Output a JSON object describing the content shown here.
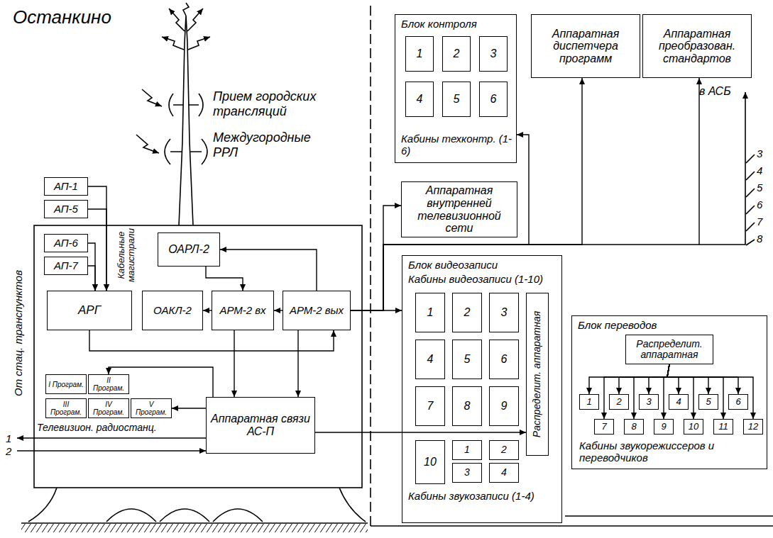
{
  "diagram": {
    "nodes": [
      {
        "text": [
          "АП-1"
        ]
      },
      {
        "text": [
          "АП-5"
        ]
      },
      {
        "text": [
          "АП-6"
        ]
      },
      {
        "text": [
          "АП-7"
        ]
      },
      {
        "text": [
          "ОАРЛ-2"
        ]
      },
      {
        "text": [
          "АРГ"
        ]
      },
      {
        "text": [
          "ОАКЛ-2"
        ]
      },
      {
        "text": [
          "АРМ-2 вх"
        ]
      },
      {
        "text": [
          "АРМ-2 вых"
        ]
      },
      {
        "text": [
          "I Програм."
        ]
      },
      {
        "text": [
          "II Програм."
        ]
      },
      {
        "text": [
          "III Програм."
        ]
      },
      {
        "text": [
          "IV Програм."
        ]
      },
      {
        "text": [
          "V Програм."
        ]
      },
      {
        "text": [
          "Аппаратная связи АС-П"
        ]
      },
      {
        "text": [
          "Блок контроля",
          "Кабины техконтр. (1-6)"
        ]
      },
      {
        "text": [
          "1"
        ],
        "in": 15
      },
      {
        "text": [
          "2"
        ],
        "in": 15
      },
      {
        "text": [
          "3"
        ],
        "in": 15
      },
      {
        "text": [
          "4"
        ],
        "in": 15
      },
      {
        "text": [
          "5"
        ],
        "in": 15
      },
      {
        "text": [
          "6"
        ],
        "in": 15
      },
      {
        "text": [
          "Аппаратная диспетчера программ"
        ]
      },
      {
        "text": [
          "Аппаратная преобразован. стандартов"
        ]
      },
      {
        "text": [
          "Аппаратная внутренней телевизионной сети"
        ]
      },
      {
        "text": [
          "Блок видеозаписи",
          "Кабины видеозаписи (1-10)",
          "Кабины звукозаписи (1-4)"
        ]
      },
      {
        "text": [
          "1"
        ],
        "in": 25
      },
      {
        "text": [
          "2"
        ],
        "in": 25
      },
      {
        "text": [
          "3"
        ],
        "in": 25
      },
      {
        "text": [
          "4"
        ],
        "in": 25
      },
      {
        "text": [
          "5"
        ],
        "in": 25
      },
      {
        "text": [
          "6"
        ],
        "in": 25
      },
      {
        "text": [
          "7"
        ],
        "in": 25
      },
      {
        "text": [
          "8"
        ],
        "in": 25
      },
      {
        "text": [
          "9"
        ],
        "in": 25
      },
      {
        "text": [
          "10"
        ],
        "in": 25
      },
      {
        "text": [
          "1"
        ],
        "in": 25
      },
      {
        "text": [
          "2"
        ],
        "in": 25
      },
      {
        "text": [
          "3"
        ],
        "in": 25
      },
      {
        "text": [
          "4"
        ],
        "in": 25
      },
      {
        "text": [
          "Распределит. аппаратная"
        ],
        "in": 25
      },
      {
        "text": [
          "Блок переводов",
          "Кабины звукорежиссеров и переводчиков"
        ]
      },
      {
        "text": [
          "Распределит. аппаратная"
        ],
        "in": 41
      },
      {
        "text": [
          "1"
        ],
        "in": 41
      },
      {
        "text": [
          "2"
        ],
        "in": 41
      },
      {
        "text": [
          "3"
        ],
        "in": 41
      },
      {
        "text": [
          "4"
        ],
        "in": 41
      },
      {
        "text": [
          "5"
        ],
        "in": 41
      },
      {
        "text": [
          "6"
        ],
        "in": 41
      },
      {
        "text": [
          "7"
        ],
        "in": 41
      },
      {
        "text": [
          "8"
        ],
        "in": 41
      },
      {
        "text": [
          "9"
        ],
        "in": 41
      },
      {
        "text": [
          "10"
        ],
        "in": 41
      },
      {
        "text": [
          "11"
        ],
        "in": 41
      },
      {
        "text": [
          "12"
        ],
        "in": 41
      }
    ],
    "edges": [
      {
        "from": 0,
        "to": 5,
        "arrow": "to"
      },
      {
        "from": 1,
        "to": 5,
        "arrow": "to"
      },
      {
        "from": 2,
        "to": 5,
        "arrow": "to"
      },
      {
        "from": 3,
        "to": 5,
        "arrow": "to"
      },
      {
        "from": 4,
        "to": 7,
        "arrow": "to"
      },
      {
        "from": 8,
        "to": 4,
        "arrow": "to"
      },
      {
        "from": 7,
        "to": 6,
        "arrow": "to"
      },
      {
        "from": 8,
        "to": 7,
        "arrow": "to"
      },
      {
        "from": 5,
        "to": 8,
        "arrow": "to"
      },
      {
        "from": 7,
        "to": 14,
        "arrow": "to"
      },
      {
        "from": 8,
        "to": 14,
        "arrow": "to"
      },
      {
        "from": 14,
        "to": 10,
        "arrow": "to"
      },
      {
        "from": 14,
        "to": 13,
        "arrow": "to"
      },
      {
        "from": 8,
        "to": 15,
        "arrow": "to"
      },
      {
        "from": 8,
        "to": 22,
        "arrow": "to"
      },
      {
        "from": 8,
        "to": 23,
        "arrow": "to"
      },
      {
        "from": 8,
        "to": 24,
        "arrow": "to"
      },
      {
        "from": 8,
        "to": 25,
        "arrow": "to"
      },
      {
        "from": 14,
        "to": 40,
        "arrow": "to"
      },
      {
        "from": 42,
        "to": 43,
        "arrow": "to"
      },
      {
        "from": 42,
        "to": 44,
        "arrow": "to"
      },
      {
        "from": 42,
        "to": 45,
        "arrow": "to"
      },
      {
        "from": 42,
        "to": 46,
        "arrow": "to"
      },
      {
        "from": 42,
        "to": 47,
        "arrow": "to"
      },
      {
        "from": 42,
        "to": 48,
        "arrow": "to"
      },
      {
        "from": 42,
        "to": 49,
        "arrow": "to"
      },
      {
        "from": 42,
        "to": 50,
        "arrow": "to"
      },
      {
        "from": 42,
        "to": 51,
        "arrow": "to"
      },
      {
        "from": 42,
        "to": 52,
        "arrow": "to"
      },
      {
        "from": 42,
        "to": 53,
        "arrow": "to"
      },
      {
        "from": 42,
        "to": 54,
        "arrow": "to"
      }
    ],
    "labels": [
      "Останкино",
      "Прием городских трансляций",
      "Междугородные РРЛ",
      "От стац. транспунктов",
      "Кабельные магистрали",
      "Телевизион. радиостанц.",
      "1",
      "2",
      "в АСБ",
      "3",
      "4",
      "5",
      "6",
      "7",
      "8"
    ]
  }
}
